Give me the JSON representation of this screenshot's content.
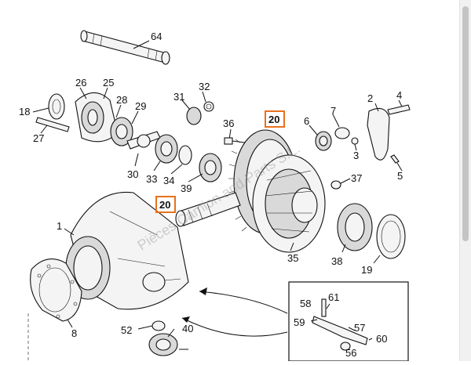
{
  "callouts": {
    "c64": "64",
    "c26": "26",
    "c25": "25",
    "c18": "18",
    "c28": "28",
    "c29": "29",
    "c27": "27",
    "c32": "32",
    "c31": "31",
    "c30": "30",
    "c33": "33",
    "c34": "34",
    "c36": "36",
    "c39": "39",
    "c20a": "20",
    "c6": "6",
    "c7": "7",
    "c2": "2",
    "c4": "4",
    "c3": "3",
    "c5": "5",
    "c37": "37",
    "c20b": "20",
    "c1": "1",
    "c35": "35",
    "c38": "38",
    "c19": "19",
    "c8": "8",
    "c52": "52",
    "c40": "40",
    "c58": "58",
    "c61": "61",
    "c59": "59",
    "c57": "57",
    "c60": "60",
    "c56": "56"
  },
  "highlight_color": "#e8711c",
  "watermark": "Pièces Camion and Parts S.L."
}
